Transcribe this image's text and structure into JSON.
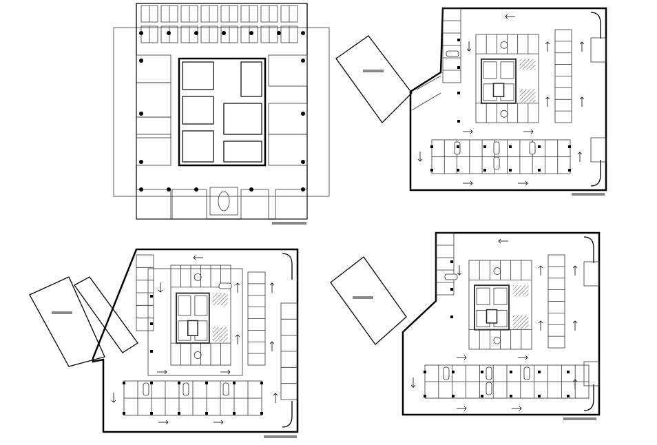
{
  "drawing": {
    "line_color": "#000000",
    "label_color": "#888888",
    "plans": [
      {
        "id": "office-floor-plan"
      },
      {
        "id": "parking-level-plan-a"
      },
      {
        "id": "parking-level-plan-b"
      },
      {
        "id": "parking-level-plan-c"
      }
    ]
  }
}
